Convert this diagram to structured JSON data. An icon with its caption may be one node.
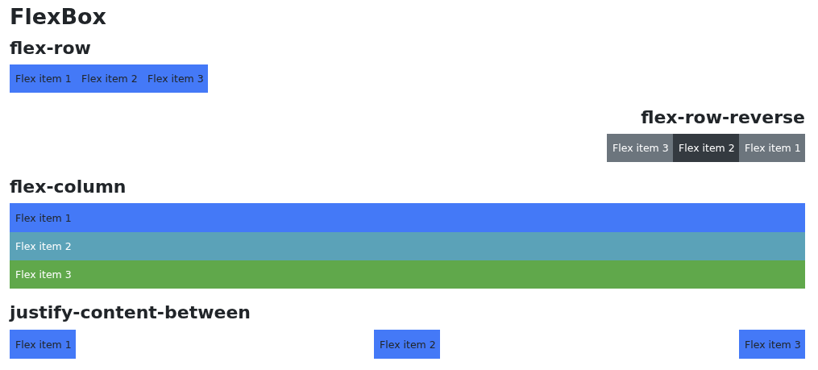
{
  "diagram": {
    "title": "FlexBox",
    "nodes": [
      {
        "text": [
          "Flex item 1"
        ]
      },
      {
        "text": [
          "Flex item 2"
        ]
      },
      {
        "text": [
          "Flex item 3"
        ]
      },
      {
        "text": [
          "Flex item 3"
        ]
      },
      {
        "text": [
          "Flex item 2"
        ]
      },
      {
        "text": [
          "Flex item 1"
        ]
      },
      {
        "text": [
          "Flex item 1"
        ]
      },
      {
        "text": [
          "Flex item 2"
        ]
      },
      {
        "text": [
          "Flex item 3"
        ]
      },
      {
        "text": [
          "Flex item 1"
        ]
      },
      {
        "text": [
          "Flex item 2"
        ]
      },
      {
        "text": [
          "Flex item 3"
        ]
      }
    ],
    "labels": [
      "flex-row",
      "flex-row-reverse",
      "flex-column",
      "justify-content-between"
    ]
  }
}
